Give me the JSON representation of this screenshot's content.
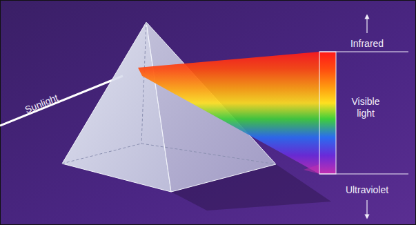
{
  "diagram": {
    "labels": [
      "Sunlight",
      "Infrared",
      "Visible light",
      "Ultraviolet"
    ]
  }
}
